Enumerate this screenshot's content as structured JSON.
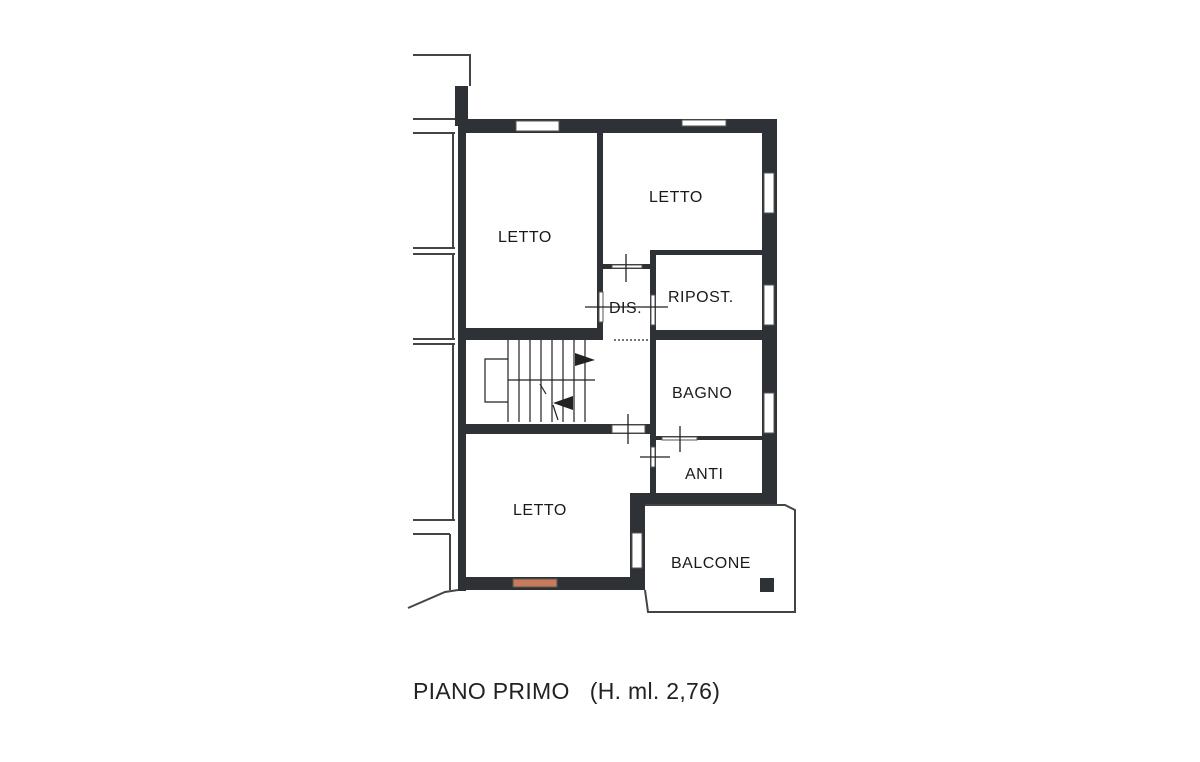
{
  "plan": {
    "title": "PIANO PRIMO",
    "height_note": "(H. ml. 2,76)",
    "wall_color": "#2e3236",
    "rooms": {
      "letto_left": "LETTO",
      "letto_top_right": "LETTO",
      "dis": "DIS.",
      "ripost": "RIPOST.",
      "bagno": "BAGNO",
      "anti": "ANTI",
      "letto_bottom": "LETTO",
      "balcone": "BALCONE"
    }
  }
}
